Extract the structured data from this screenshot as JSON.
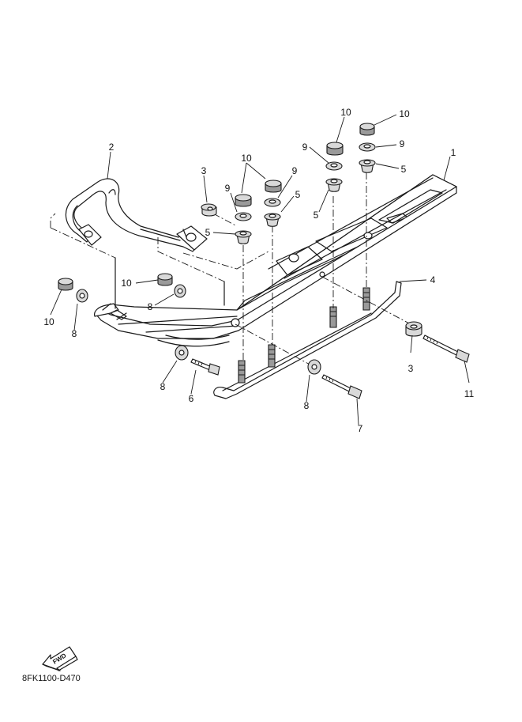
{
  "callouts": [
    {
      "id": "c1",
      "label": "1"
    },
    {
      "id": "c2",
      "label": "2"
    },
    {
      "id": "c3a",
      "label": "3"
    },
    {
      "id": "c3b",
      "label": "3"
    },
    {
      "id": "c4",
      "label": "4"
    },
    {
      "id": "c5a",
      "label": "5"
    },
    {
      "id": "c5b",
      "label": "5"
    },
    {
      "id": "c5c",
      "label": "5"
    },
    {
      "id": "c5d",
      "label": "5"
    },
    {
      "id": "c6",
      "label": "6"
    },
    {
      "id": "c7",
      "label": "7"
    },
    {
      "id": "c8a",
      "label": "8"
    },
    {
      "id": "c8b",
      "label": "8"
    },
    {
      "id": "c8c",
      "label": "8"
    },
    {
      "id": "c8d",
      "label": "8"
    },
    {
      "id": "c9a",
      "label": "9"
    },
    {
      "id": "c9b",
      "label": "9"
    },
    {
      "id": "c9c",
      "label": "9"
    },
    {
      "id": "c9d",
      "label": "9"
    },
    {
      "id": "c10a",
      "label": "10"
    },
    {
      "id": "c10b",
      "label": "10"
    },
    {
      "id": "c10c",
      "label": "10"
    },
    {
      "id": "c10d",
      "label": "10"
    },
    {
      "id": "c10e",
      "label": "10"
    },
    {
      "id": "c11",
      "label": "11"
    }
  ],
  "fwd_label": "FWD",
  "diagram_code": "8FK1100-D470"
}
